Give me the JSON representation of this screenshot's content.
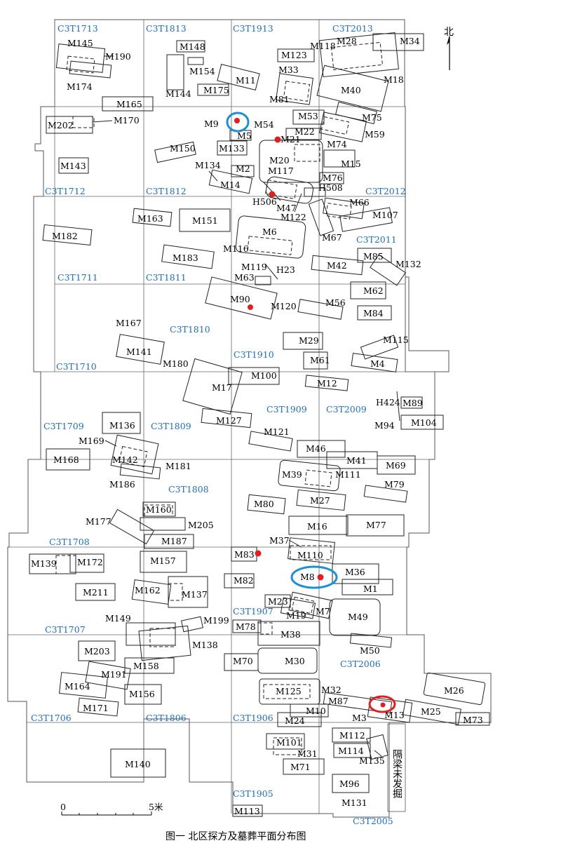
{
  "figure": {
    "caption": "图一  北区探方及墓葬平面分布图",
    "north_label": "北",
    "unexcavated_note": "隔梁未发掘",
    "scale": {
      "start": "0",
      "end": "5米"
    }
  },
  "grid_squares": [
    "C3T1713",
    "C3T1813",
    "C3T1913",
    "C3T2013",
    "C3T1712",
    "C3T1812",
    "C3T2012",
    "C3T2011",
    "C3T1711",
    "C3T1811",
    "C3T1810",
    "C3T1910",
    "C3T1710",
    "C3T1909",
    "C3T2009",
    "C3T1709",
    "C3T1809",
    "C3T1808",
    "C3T1708",
    "C3T1907",
    "C3T1707",
    "C3T2006",
    "C3T1706",
    "C3T1806",
    "C3T1906",
    "C3T1905",
    "C3T2005"
  ],
  "features": [
    "M145",
    "M190",
    "M174",
    "M148",
    "M154",
    "M144",
    "M175",
    "M11",
    "M123",
    "M118",
    "M28",
    "M34",
    "M33",
    "M18",
    "M40",
    "M81",
    "M165",
    "M202",
    "M170",
    "M9",
    "M54",
    "M53",
    "M75",
    "M5",
    "M22",
    "M59",
    "M21",
    "M74",
    "M150",
    "M133",
    "M20",
    "M15",
    "M143",
    "M134",
    "M2",
    "M117",
    "M76",
    "M14",
    "H508",
    "H506",
    "M47",
    "M66",
    "M122",
    "M107",
    "M182",
    "M163",
    "M151",
    "M6",
    "M67",
    "M116",
    "M85",
    "M183",
    "M119",
    "H23",
    "M42",
    "M132",
    "M63",
    "M62",
    "M90",
    "M120",
    "M56",
    "M84",
    "M167",
    "M29",
    "M115",
    "M141",
    "M180",
    "M61",
    "M4",
    "M17",
    "M100",
    "M12",
    "H424",
    "M89",
    "M127",
    "M94",
    "M104",
    "M136",
    "M121",
    "M169",
    "M46",
    "M168",
    "M142",
    "M41",
    "M181",
    "M69",
    "M186",
    "M39",
    "M111",
    "M79",
    "M160",
    "M80",
    "M27",
    "M177",
    "M205",
    "M187",
    "M16",
    "M77",
    "M37",
    "M83",
    "M110",
    "M139",
    "M172",
    "M157",
    "M8",
    "M36",
    "M82",
    "M1",
    "M211",
    "M162",
    "M137",
    "M23",
    "M19",
    "M7",
    "M49",
    "M149",
    "M199",
    "M78",
    "M38",
    "M138",
    "M50",
    "M203",
    "M70",
    "M30",
    "M158",
    "M191",
    "M125",
    "M32",
    "M26",
    "M164",
    "M156",
    "M87",
    "M171",
    "M10",
    "M3",
    "M13",
    "M25",
    "M73",
    "M24",
    "M112",
    "M101",
    "M31",
    "M114",
    "M135",
    "M140",
    "M71",
    "M96",
    "M131",
    "M113"
  ],
  "highlight_colors": {
    "marker_red": "#e02020",
    "ring_blue": "#1e90d0",
    "ring_red": "#e02020",
    "grid_label_blue": "#1f6fb5"
  }
}
